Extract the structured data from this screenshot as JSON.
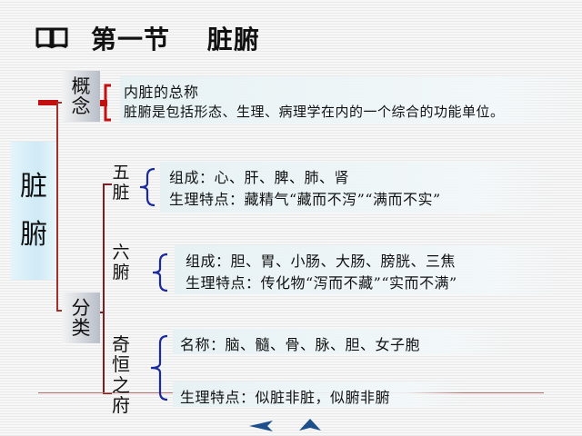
{
  "header": {
    "icon": "open-book-icon",
    "section": "第一节",
    "title": "脏腑"
  },
  "root": {
    "label_chars": [
      "脏",
      "腑"
    ]
  },
  "concept": {
    "label_chars": [
      "概",
      "念"
    ],
    "lines": [
      "内脏的总称",
      "脏腑是包括形态、生理、病理学在内的一个综合的功能单位。"
    ]
  },
  "classification": {
    "label_chars": [
      "分",
      "类"
    ],
    "categories": [
      {
        "label_chars": [
          "五",
          "脏"
        ],
        "lines": [
          "组成：心、肝、脾、肺、肾",
          "生理特点：藏精气“藏而不泻”“满而不实”"
        ]
      },
      {
        "label_chars": [
          "六",
          "腑"
        ],
        "lines": [
          "组成：胆、胃、小肠、大肠、膀胱、三焦",
          "生理特点：传化物“泻而不藏”“实而不满”"
        ]
      },
      {
        "label_chars": [
          "奇",
          "恒",
          "之",
          "府"
        ],
        "lines": [
          "名称：脑、髓、骨、脉、胆、女子胞",
          "生理特点：似脏非脏，似腑非腑"
        ]
      }
    ]
  },
  "nav": {
    "prev_icon": "arrow-left-icon",
    "home_icon": "arrow-up-icon"
  },
  "colors": {
    "tree_line": "#a0302a",
    "concept_bracket": "#c21010",
    "category_brace": "#1a2a9a",
    "nav_arrow": "#1e4f8a"
  }
}
